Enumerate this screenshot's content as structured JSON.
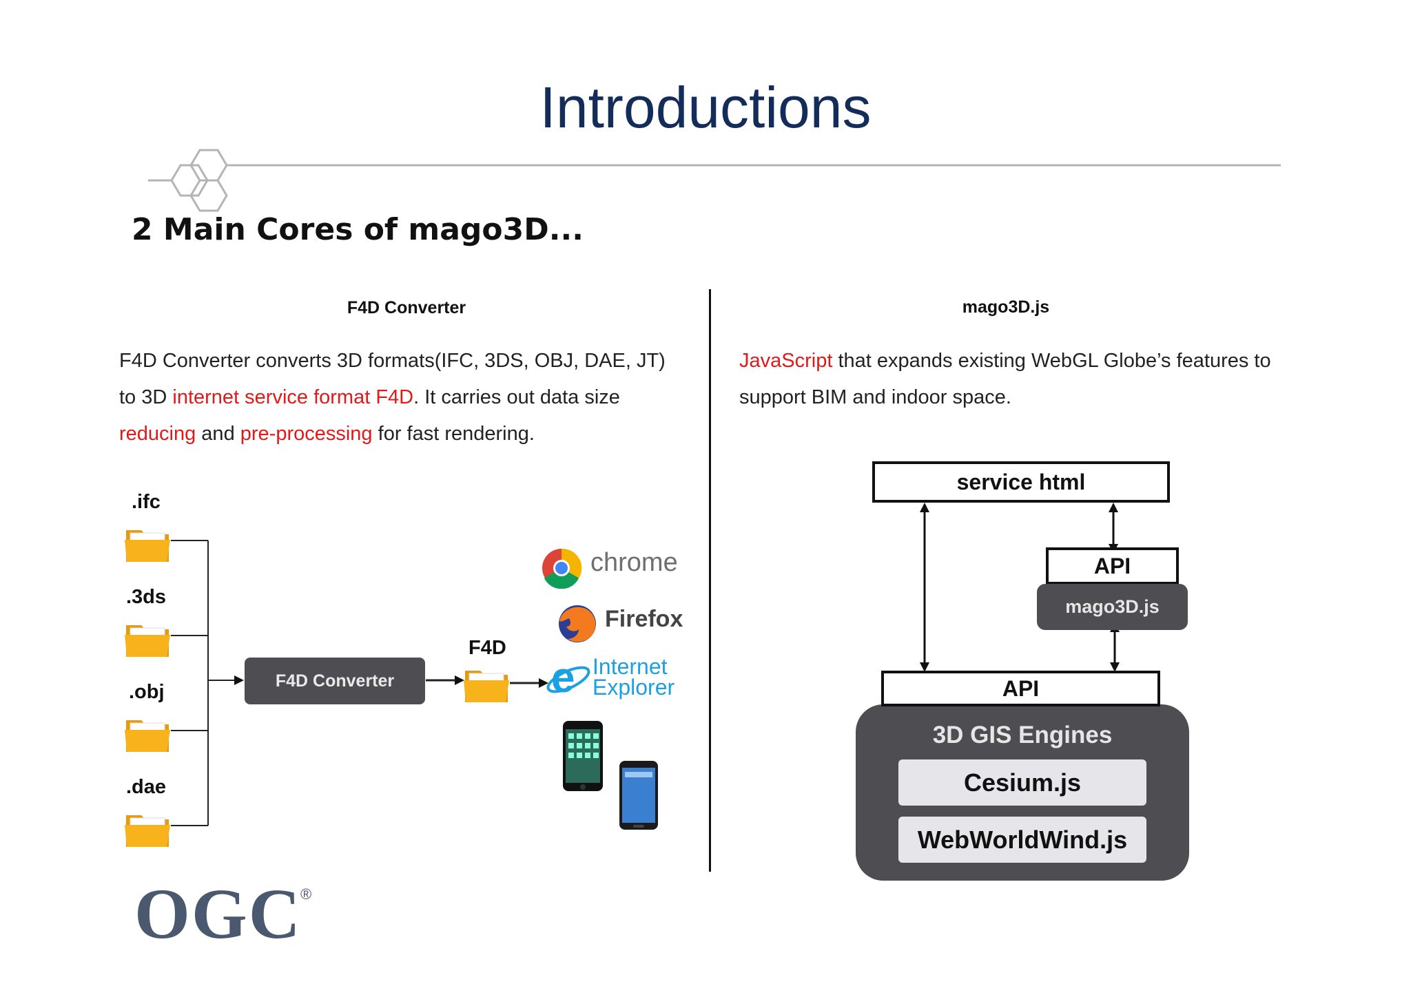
{
  "slide": {
    "title": "Introductions",
    "subtitle": "2 Main Cores of mago3D..."
  },
  "left": {
    "heading": "F4D Converter",
    "para": [
      [
        {
          "t": "F4D Converter converts 3D formats(IFC, 3DS, OBJ, DAE, JT)",
          "red": false
        }
      ],
      [
        {
          "t": "to 3D ",
          "red": false
        },
        {
          "t": "internet service format F4D",
          "red": true
        },
        {
          "t": ". It carries out data size",
          "red": false
        }
      ],
      [
        {
          "t": "reducing",
          "red": true
        },
        {
          "t": " and ",
          "red": false
        },
        {
          "t": "pre-processing",
          "red": true
        },
        {
          "t": " for fast rendering.",
          "red": false
        }
      ]
    ],
    "extensions": [
      ".ifc",
      ".3ds",
      ".obj",
      ".dae"
    ],
    "converter_label": "F4D Converter",
    "output_label": "F4D",
    "browsers": {
      "chrome": "chrome",
      "firefox": "Firefox",
      "ie_line1": "Internet",
      "ie_line2": "Explorer"
    }
  },
  "right": {
    "heading": "mago3D.js",
    "para": [
      [
        {
          "t": "JavaScript",
          "red": true
        },
        {
          "t": " that expands existing WebGL Globe’s features to",
          "red": false
        }
      ],
      [
        {
          "t": "support BIM and indoor space.",
          "red": false
        }
      ]
    ],
    "service_html": "service html",
    "api_top": "API",
    "mago_label": "mago3D.js",
    "api_bottom": "API",
    "engines_title": "3D GIS Engines",
    "engines": [
      "Cesium.js",
      "WebWorldWind.js"
    ]
  },
  "footer": {
    "logo": "OGC",
    "registered": "®"
  },
  "colors": {
    "title": "#132c5a",
    "highlight": "#e01a1a",
    "dark_box": "#4e4e52",
    "folder": "#f7b21c"
  }
}
